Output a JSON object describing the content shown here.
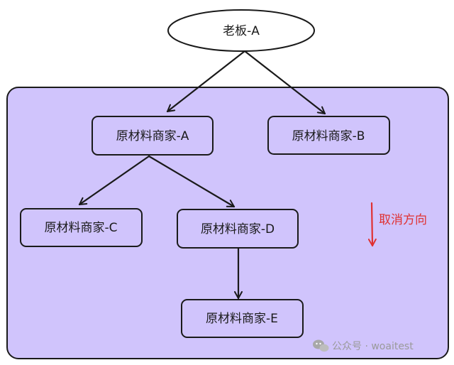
{
  "diagram": {
    "root": {
      "label": "老板-A"
    },
    "suppliers": [
      {
        "id": "A",
        "label": "原材料商家-A"
      },
      {
        "id": "B",
        "label": "原材料商家-B"
      },
      {
        "id": "C",
        "label": "原材料商家-C"
      },
      {
        "id": "D",
        "label": "原材料商家-D"
      },
      {
        "id": "E",
        "label": "原材料商家-E"
      }
    ],
    "edges": [
      {
        "from": "root",
        "to": "A"
      },
      {
        "from": "root",
        "to": "B"
      },
      {
        "from": "A",
        "to": "C"
      },
      {
        "from": "A",
        "to": "D"
      },
      {
        "from": "D",
        "to": "E"
      }
    ],
    "cancel_direction": {
      "label": "取消方向",
      "color": "#e03131"
    },
    "group_fill": "#d0c4fc",
    "watermark": {
      "icon": "wechat-icon",
      "text": "公众号 · woaitest"
    }
  }
}
